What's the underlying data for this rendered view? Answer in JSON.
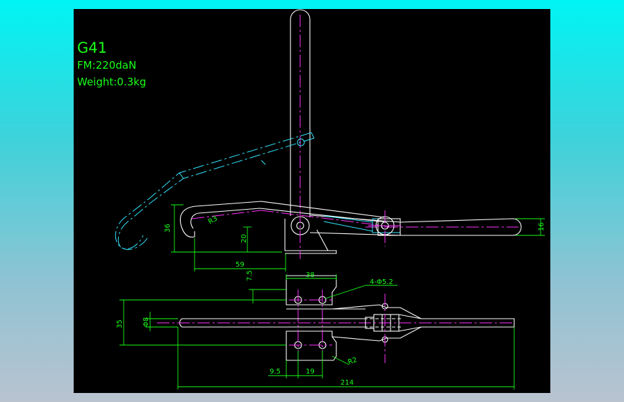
{
  "drawing": {
    "model": "G41",
    "force": "FM:220daN",
    "weight": "Weight:0.3kg"
  },
  "dimensions": {
    "d36": "36",
    "d20": "20",
    "d59": "59",
    "r3": "R3",
    "d16": "16",
    "d7_5": "7.5",
    "d38": "38",
    "holes": "4-Φ5.2",
    "d35": "35",
    "dia8": "Φ8",
    "r2": "R2",
    "d9_5": "9.5",
    "d19": "19",
    "d214": "214"
  },
  "colors": {
    "background_top": "#00f4f4",
    "canvas": "#000000",
    "text": "#19ff19",
    "outline": "#ffffff",
    "hidden": "#33e6ff",
    "centerline": "#ff33ff"
  }
}
